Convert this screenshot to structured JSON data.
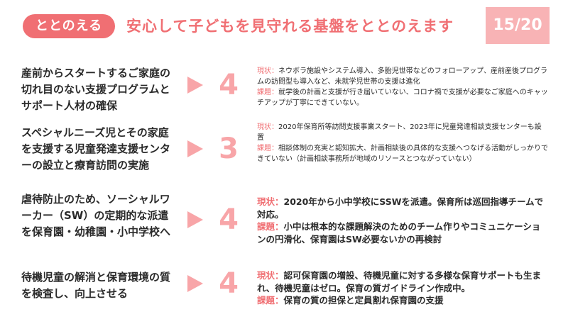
{
  "header": {
    "tag": "ととのえる",
    "title": "安心して子どもを見守れる基盤をととのえます",
    "page": "15/20"
  },
  "colors": {
    "accent": "#f06f73",
    "arrow": "#f8a5a8",
    "page_badge": "#f8b3b5"
  },
  "rows": [
    {
      "goal": "産前からスタートするご家庭の切れ目のない支援プログラムとサポート人材の確保",
      "score": "4",
      "status_label": "現状：",
      "status": "ネウボラ施設やシステム導入、多胎児世帯などのフォローアップ、産前産後プログラムの訪問型も導入など、未就学児世帯の支援は進化",
      "issue_label": "課題：",
      "issue": "就学後の計画と支援が行き届いていない、コロナ禍で支援が必要なご家庭へのキャッチアップが丁寧にできていない。"
    },
    {
      "goal": "スペシャルニーズ児とその家庭を支援する児童発達支援センターの設立と療育訪問の実施",
      "score": "3",
      "status_label": "現状：",
      "status": "2020年保育所等訪問支援事業スタート、2023年に児童発達相談支援センターも設置",
      "issue_label": "課題：",
      "issue": "相談体制の充実と認知拡大、計画相談後の具体的な支援へつなげる活動がしっかりできていない（計画相談事務所が地域のリソースとつながっていない）"
    },
    {
      "goal": "虐待防止のため、ソーシャルワーカー（SW）の定期的な派遣を保育園・幼稚園・小中学校へ",
      "score": "4",
      "status_label": "現状：",
      "status": "2020年から小中学校にSSWを派遣。保育所は巡回指導チームで対応。",
      "issue_label": "課題：",
      "issue": "小中は根本的な課題解決のためのチーム作りやコミュニケーションの円滑化、保育園はSW必要ないかの再検討"
    },
    {
      "goal": "待機児童の解消と保育環境の質を検査し、向上させる",
      "score": "4",
      "status_label": "現状：",
      "status": "認可保育園の増設、待機児童に対する多様な保育サポートも生まれ、待機児童はゼロ。保育の質ガイドライン作成中。",
      "issue_label": "課題：",
      "issue": "保育の質の担保と定員割れ保育園の支援"
    }
  ]
}
